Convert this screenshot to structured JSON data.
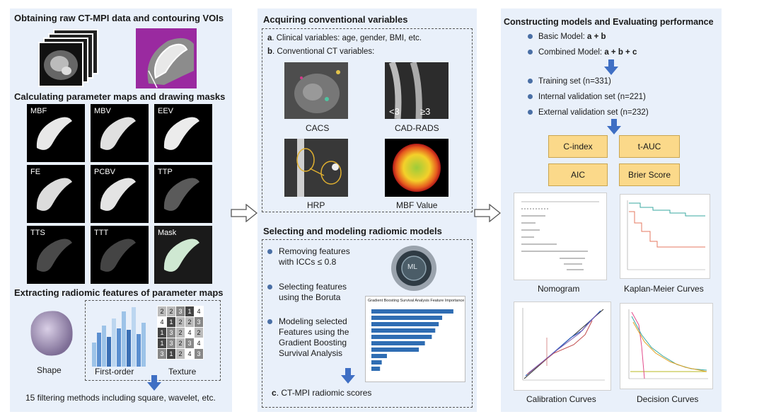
{
  "panel1": {
    "title1": "Obtaining raw CT-MPI data and contouring VOIs",
    "title2": "Calculating parameter maps and drawing masks",
    "maps": [
      "MBF",
      "MBV",
      "EEV",
      "FE",
      "PCBV",
      "TTP",
      "TTS",
      "TTT",
      "Mask"
    ],
    "title3": "Extracting radiomic features of parameter maps",
    "shape_label": "Shape",
    "first_order_label": "First-order",
    "texture_label": "Texture",
    "texture_matrix": [
      [
        "2",
        "2",
        "3",
        "1",
        "4"
      ],
      [
        "4",
        "1",
        "2",
        "2",
        "3"
      ],
      [
        "1",
        "3",
        "2",
        "4",
        "2"
      ],
      [
        "1",
        "3",
        "2",
        "3",
        "4"
      ],
      [
        "3",
        "1",
        "2",
        "4",
        "3"
      ]
    ],
    "filter_note": "15 filtering methods including square, wavelet, etc."
  },
  "panel2": {
    "title1": "Acquiring conventional variables",
    "var_a_key": "a",
    "var_a_text": ". Clinical variables: age, gender, BMI, etc.",
    "var_b_key": "b",
    "var_b_text": ". Conventional CT variables:",
    "img_labels": [
      "CACS",
      "CAD-RADS",
      "HRP",
      "MBF Value"
    ],
    "cadrads_left": "<3",
    "cadrads_right": "≥3",
    "title2": "Selecting and modeling radiomic models",
    "steps": [
      "Removing features\nwith ICCs ≤ 0.8",
      "Selecting features\nusing the Boruta",
      "Modeling selected\nFeatures using the\nGradient Boosting\nSurvival Analysis"
    ],
    "ml_label": "ML",
    "importance_title": "Gradient Boosting Survival Analysis Feature Importance",
    "importance_values": [
      0.95,
      0.82,
      0.78,
      0.74,
      0.7,
      0.62,
      0.55,
      0.18,
      0.12,
      0.1
    ],
    "score_key": "c",
    "score_text": ". CT-MPI radiomic scores"
  },
  "panel3": {
    "title": "Constructing models and Evaluating performance",
    "basic_prefix": "Basic Model: ",
    "basic_formula": "a + b",
    "combined_prefix": "Combined Model: ",
    "combined_formula": "a + b + c",
    "sets": [
      "Training set (n=331)",
      "Internal validation set (n=221)",
      "External validation set (n=232)"
    ],
    "metrics": [
      "C-index",
      "t-AUC",
      "AIC",
      "Brier Score"
    ],
    "plot_labels": [
      "Nomogram",
      "Kaplan-Meier Curves",
      "Calibration Curves",
      "Decision Curves"
    ]
  },
  "colors": {
    "panel_bg": "#e9f0fa",
    "arrow_blue": "#3f6fc4",
    "metric_box": "#fbd98a",
    "bar_blue": "#2f6db3"
  }
}
